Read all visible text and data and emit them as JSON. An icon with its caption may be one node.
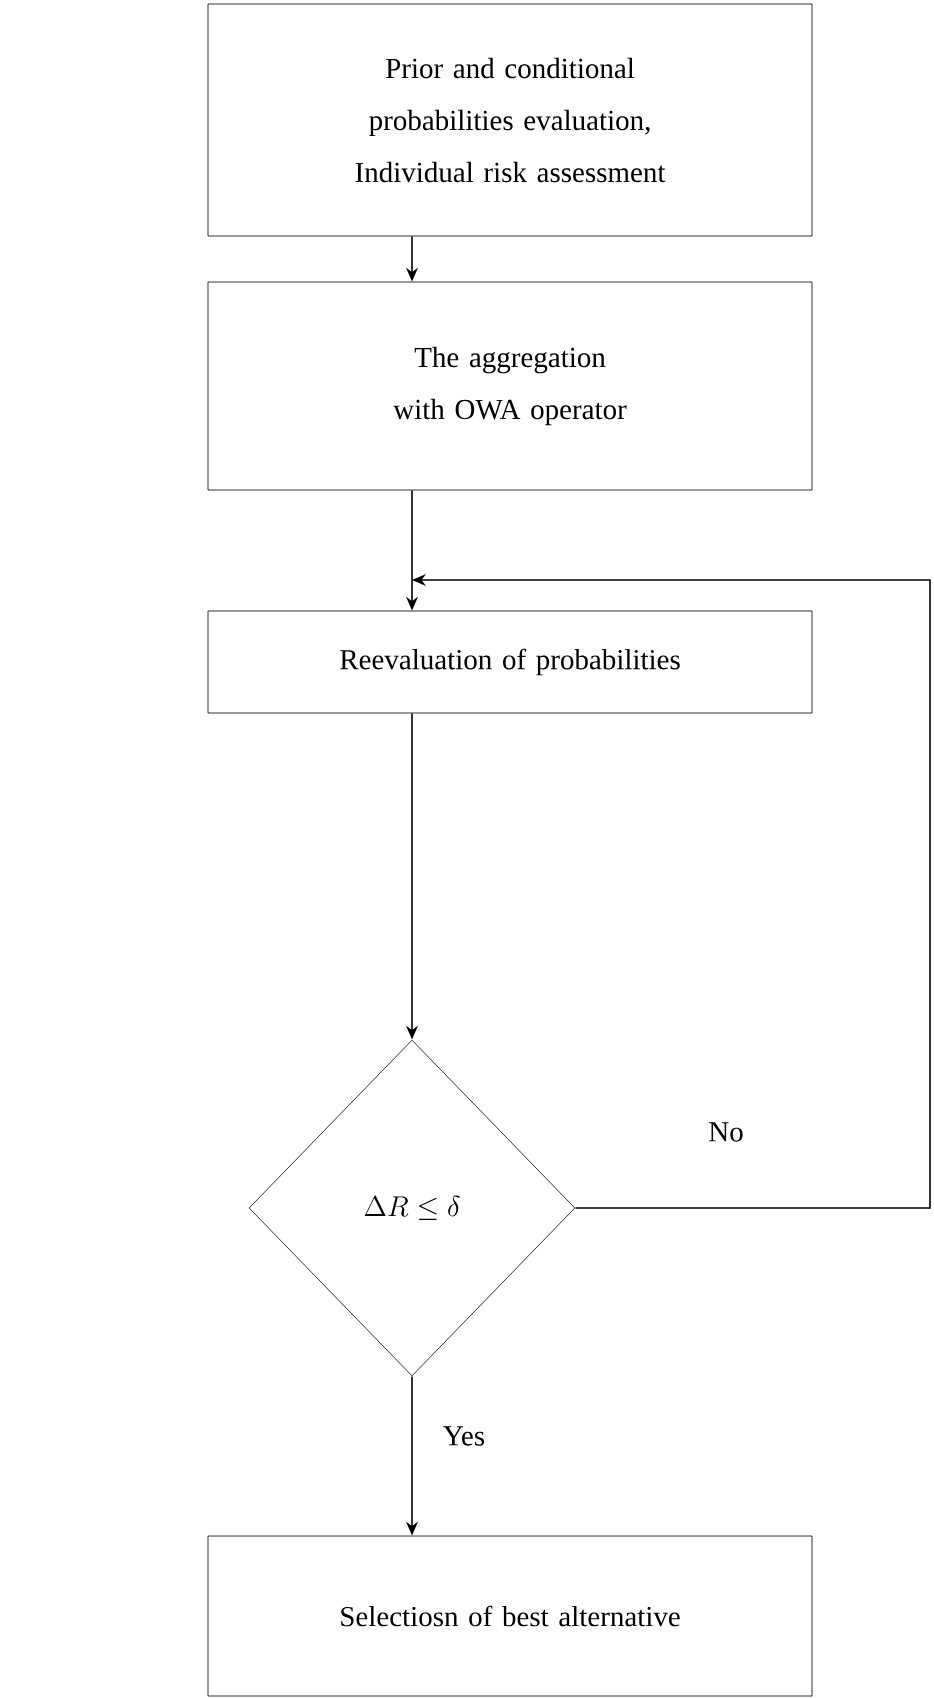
{
  "diagram": {
    "nodes": [
      {
        "text": [
          "Prior and conditional probabilities evaluation, Individual risk assessment"
        ]
      },
      {
        "text": [
          "The aggregation with OWA operator"
        ]
      },
      {
        "text": [
          "Reevaluation of probabilities"
        ]
      },
      {
        "text": [
          "\\Delta R \\le \\delta"
        ]
      },
      {
        "text": [
          "Selectiosn of best alternative"
        ]
      }
    ],
    "edges": [
      {
        "from": 0,
        "to": 1,
        "arrow": "to"
      },
      {
        "from": 1,
        "to": 2,
        "arrow": "to"
      },
      {
        "from": 2,
        "to": 3,
        "arrow": "to"
      },
      {
        "from": 3,
        "to": 2,
        "arrow": "to",
        "label": "No"
      },
      {
        "from": 3,
        "to": 4,
        "arrow": "to",
        "label": "Yes"
      }
    ]
  }
}
